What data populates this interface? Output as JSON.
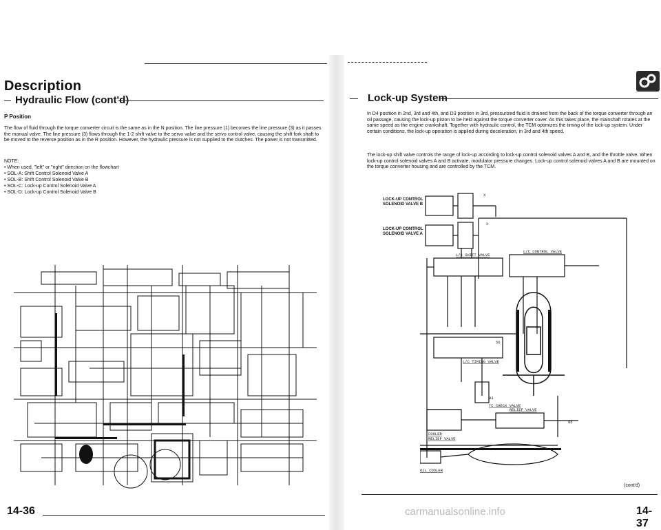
{
  "left": {
    "title": "Description",
    "subtitle": "Hydraulic Flow (cont'd)",
    "position_heading": "P Position",
    "paragraph": "The flow of fluid through the torque converter circuit is the same as in the N position. The line pressure (1) becomes the line pressure (3) as it passes the manual valve. The line pressure (3) flows through the 1-2 shift valve to the servo valve and the servo control valve, causing the shift fork shaft to be moved to the reverse position as in the R position. However, the hydraulic pressure is not supplied to the clutches. The power is not transmitted.",
    "notes_heading": "NOTE:",
    "notes": [
      "• When used, \"left\" or \"right\" direction on the flowchart",
      "• SOL-A: Shift Control Solenoid Valve A",
      "• SOL-B: Shift Control Solenoid Valve B",
      "• SOL-C: Lock-up Control Solenoid Valve A",
      "• SOL-D: Lock-up Control Solenoid Valve B"
    ],
    "page_number": "14-36"
  },
  "right": {
    "title": "Lock-up System",
    "paragraph1": "In D4 position in 2nd, 3rd and 4th, and D3 position in 3rd, pressurized fluid is drained from the back of the torque converter through an oil passage, causing the lock-up piston to be held against the torque converter cover. As this takes place, the mainshaft rotates at the same speed as the engine crankshaft. Together with hydraulic control, the TCM optimizes the timing of the lock-up system. Under certain conditions, the lock-up operation is applied during deceleration, in 3rd and 4th speed.",
    "paragraph2": "The lock-up shift valve controls the range of lock-up according to lock-up control solenoid valves A and B, and the throttle valve. When lock-up control solenoid valves A and B activate, modulator pressure changes. Lock-up control solenoid valves A and B are mounted on the torque converter housing and are controlled by the TCM.",
    "labels": {
      "sol_b_1": "LOCK-UP CONTROL",
      "sol_b_2": "SOLENOID VALVE B",
      "sol_a_1": "LOCK-UP CONTROL",
      "sol_a_2": "SOLENOID VALVE A",
      "lc_control": "L/C CONTROL VALVE",
      "lc_shift": "L/C SHIFT VALVE",
      "lc_timing": "L/C TIMING VALVE",
      "tc_check": "TC CHECK VALVE",
      "relief": "RELIEF VALVE",
      "cooler_relief_1": "COOLER",
      "cooler_relief_2": "RELIEF VALVE",
      "oil_cooler": "OIL COOLER"
    },
    "cont": "(cont'd)",
    "page_number": "14-37"
  },
  "watermark": "carmanualsonline.info"
}
